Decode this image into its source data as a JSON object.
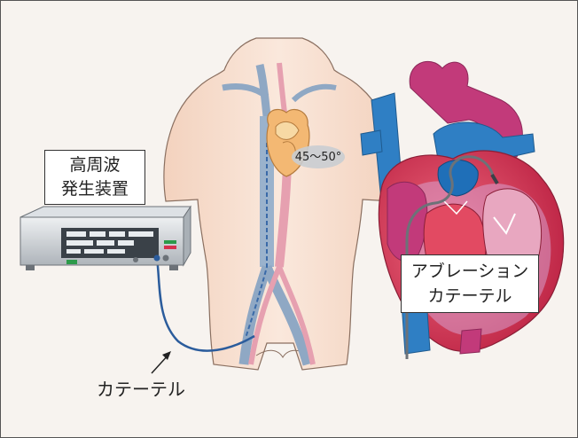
{
  "labels": {
    "generator_line1": "高周波",
    "generator_line2": "発生装置",
    "angle": "45～50°",
    "catheter": "カテーテル",
    "ablation_line1": "アブレーション",
    "ablation_line2": "カテーテル"
  },
  "colors": {
    "background": "#f7f3ef",
    "skin": "#f6dccb",
    "skin_outline": "#8a6f60",
    "vein": "#8fa8c4",
    "artery": "#e6a0b0",
    "catheter_wire": "#2b5c9c",
    "heart_red": "#d6304e",
    "heart_magenta": "#c23a7a",
    "heart_blue": "#2f7fc4",
    "device_body": "#cfd4d8",
    "device_panel": "#3a4148"
  }
}
